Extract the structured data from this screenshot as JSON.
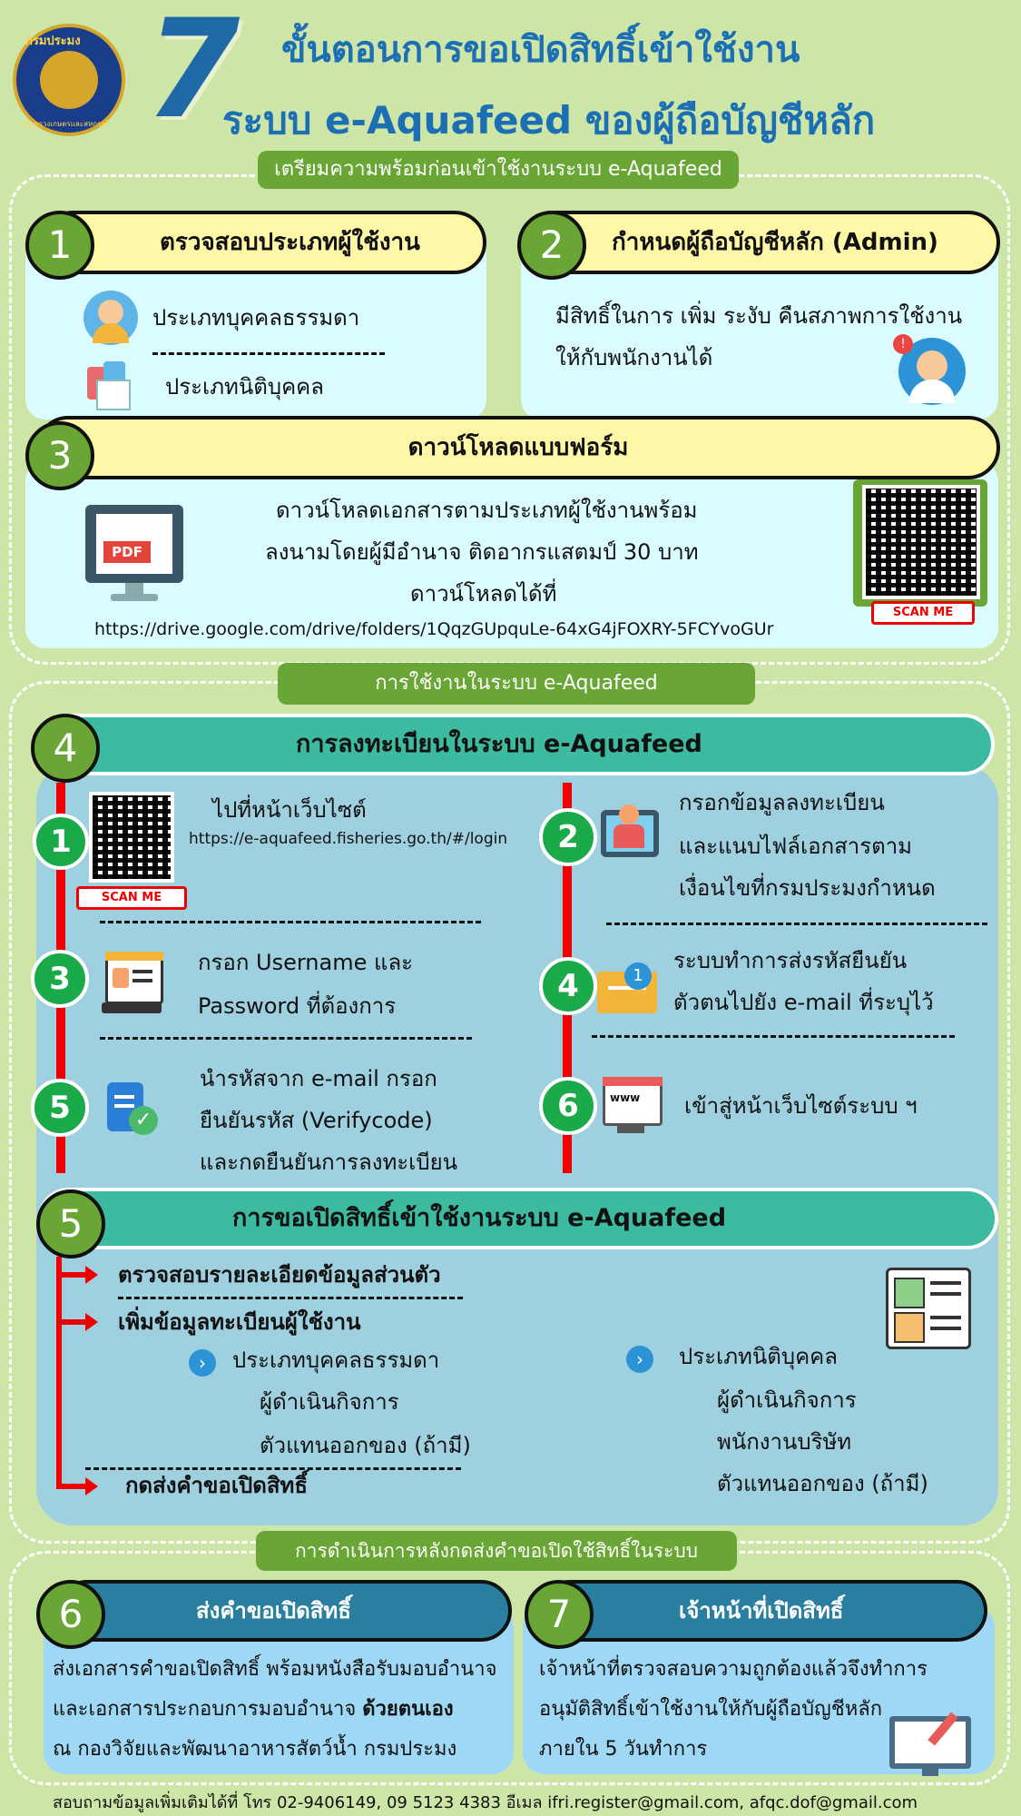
{
  "header": {
    "number": "7",
    "title_line1": "ขั้นตอนการขอเปิดสิทธิ์เข้าใช้งาน",
    "title_line2": "ระบบ e-Aquafeed ของผู้ถือบัญชีหลัก",
    "logo_text_top": "กรมประมง",
    "logo_text_bottom": "กระทรวงเกษตรและสหกรณ์"
  },
  "section1": {
    "banner": "เตรียมความพร้อมก่อนเข้าใช้งานระบบ e-Aquafeed",
    "step1": {
      "num": "1",
      "title": "ตรวจสอบประเภทผู้ใช้งาน",
      "item1": "ประเภทบุคคลธรรมดา",
      "item2": "ประเภทนิติบุคคล"
    },
    "step2": {
      "num": "2",
      "title": "กำหนดผู้ถือบัญชีหลัก (Admin)",
      "line1": "มีสิทธิ์ในการ เพิ่ม ระงับ คืนสภาพการใช้งาน",
      "line2": "ให้กับพนักงานได้"
    },
    "step3": {
      "num": "3",
      "title": "ดาวน์โหลดแบบฟอร์ม",
      "line1": "ดาวน์โหลดเอกสารตามประเภทผู้ใช้งานพร้อม",
      "line2": "ลงนามโดยผู้มีอำนาจ ติดอากรแสตมป์ 30 บาท",
      "line3": "ดาวน์โหลดได้ที่",
      "url": "https://drive.google.com/drive/folders/1QqzGUpquLe-64xG4jFOXRY-5FCYvoGUr",
      "pdf_label": "PDF",
      "scan_label": "SCAN ME"
    }
  },
  "section2": {
    "banner": "การใช้งานในระบบ e-Aquafeed",
    "step4": {
      "num": "4",
      "title": "การลงทะเบียนในระบบ e-Aquafeed",
      "s1_num": "1",
      "s1_line1": "ไปที่หน้าเว็บไซต์",
      "s1_url": "https://e-aquafeed.fisheries.go.th/#/login",
      "s1_scan": "SCAN ME",
      "s2_num": "2",
      "s2_line1": "กรอกข้อมูลลงทะเบียน",
      "s2_line2": "และแนบไฟล์เอกสารตาม",
      "s2_line3": "เงื่อนไขที่กรมประมงกำหนด",
      "s3_num": "3",
      "s3_line1": "กรอก Username และ",
      "s3_line2": "Password ที่ต้องการ",
      "s4_num": "4",
      "s4_line1": "ระบบทำการส่งรหัสยืนยัน",
      "s4_line2": "ตัวตนไปยัง e-mail ที่ระบุไว้",
      "s5_num": "5",
      "s5_line1": "นำรหัสจาก e-mail กรอก",
      "s5_line2": "ยืนยันรหัส (Verifycode)",
      "s5_line3": "และกดยืนยันการลงทะเบียน",
      "s6_num": "6",
      "s6_line1": "เข้าสู่หน้าเว็บไซต์ระบบ ฯ",
      "www_label": "www"
    },
    "step5": {
      "num": "5",
      "title": "การขอเปิดสิทธิ์เข้าใช้งานระบบ e-Aquafeed",
      "a1": "ตรวจสอบรายละเอียดข้อมูลส่วนตัว",
      "a2": "เพิ่มข้อมูลทะเบียนผู้ใช้งาน",
      "a3": "กดส่งคำขอเปิดสิทธิ์",
      "left_title": "ประเภทบุคคลธรรมดา",
      "left_l1": "ผู้ดำเนินกิจการ",
      "left_l2": "ตัวแทนออกของ (ถ้ามี)",
      "right_title": "ประเภทนิติบุคคล",
      "right_l1": "ผู้ดำเนินกิจการ",
      "right_l2": "พนักงานบริษัท",
      "right_l3": "ตัวแทนออกของ (ถ้ามี)"
    }
  },
  "section3": {
    "banner": "การดำเนินการหลังกดส่งคำขอเปิดใช้สิทธิ์ในระบบ",
    "step6": {
      "num": "6",
      "title": "ส่งคำขอเปิดสิทธิ์",
      "line1": "ส่งเอกสารคำขอเปิดสิทธิ์ พร้อมหนังสือรับมอบอำนาจ",
      "line2a": "และเอกสารประกอบการมอบอำนาจ ",
      "line2b": "ด้วยตนเอง",
      "line3": "ณ กองวิจัยและพัฒนาอาหารสัตว์น้ำ กรมประมง"
    },
    "step7": {
      "num": "7",
      "title": "เจ้าหน้าที่เปิดสิทธิ์",
      "line1": "เจ้าหน้าที่ตรวจสอบความถูกต้องแล้วจึงทำการ",
      "line2": "อนุมัติสิทธิ์เข้าใช้งานให้กับผู้ถือบัญชีหลัก",
      "line3": "ภายใน 5 วันทำการ"
    }
  },
  "footer": {
    "text": "สอบถามข้อมูลเพิ่มเติมได้ที่ โทร 02-9406149, 09 5123 4383 อีเมล ifri.register@gmail.com, afqc.dof@gmail.com"
  },
  "colors": {
    "background": "#cde6a8",
    "title_blue": "#1d6fb3",
    "green": "#6aa636",
    "teal": "#3cbba0",
    "red": "#e00000"
  }
}
